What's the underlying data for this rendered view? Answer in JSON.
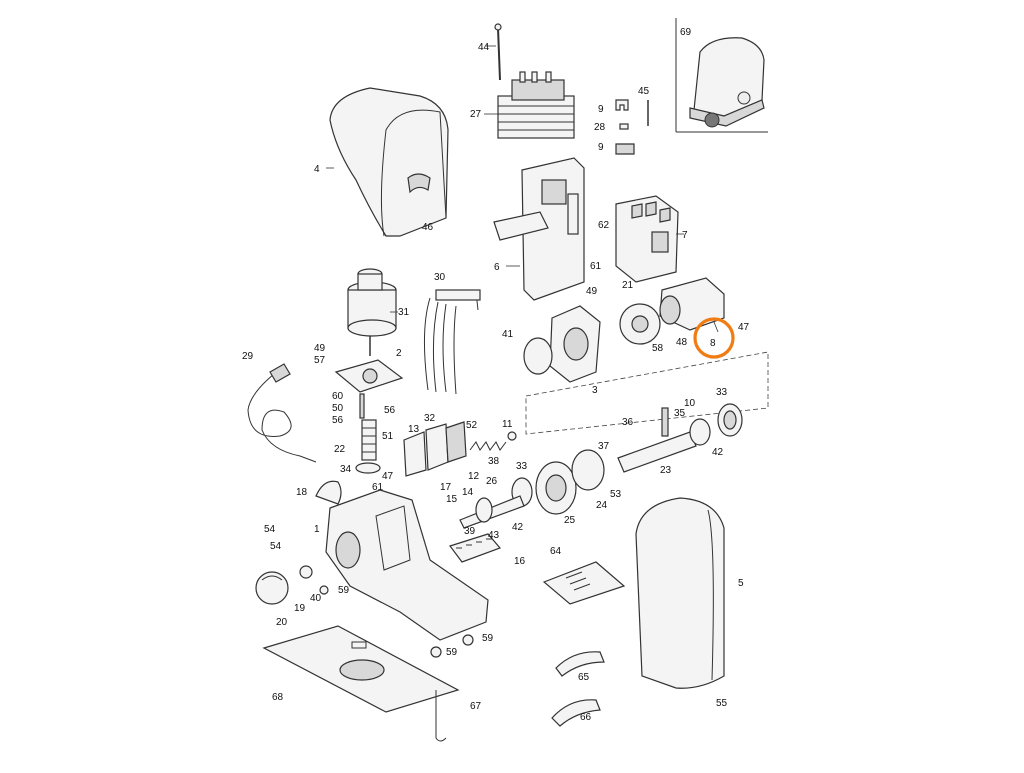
{
  "diagram": {
    "highlight_color": "#f07c13",
    "highlighted_part": "8",
    "inset_label": "69",
    "labels": [
      {
        "id": "44"
      },
      {
        "id": "27"
      },
      {
        "id": "45"
      },
      {
        "id": "9a",
        "text": "9"
      },
      {
        "id": "28"
      },
      {
        "id": "9b",
        "text": "9"
      },
      {
        "id": "69"
      },
      {
        "id": "4"
      },
      {
        "id": "46"
      },
      {
        "id": "6"
      },
      {
        "id": "62"
      },
      {
        "id": "61a",
        "text": "61"
      },
      {
        "id": "7"
      },
      {
        "id": "30"
      },
      {
        "id": "31"
      },
      {
        "id": "49a",
        "text": "49"
      },
      {
        "id": "57"
      },
      {
        "id": "2"
      },
      {
        "id": "29"
      },
      {
        "id": "60"
      },
      {
        "id": "50"
      },
      {
        "id": "56a",
        "text": "56"
      },
      {
        "id": "56b",
        "text": "56"
      },
      {
        "id": "22"
      },
      {
        "id": "34"
      },
      {
        "id": "32"
      },
      {
        "id": "13"
      },
      {
        "id": "51"
      },
      {
        "id": "52"
      },
      {
        "id": "11"
      },
      {
        "id": "38"
      },
      {
        "id": "47a",
        "text": "47"
      },
      {
        "id": "17"
      },
      {
        "id": "12"
      },
      {
        "id": "49b",
        "text": "49"
      },
      {
        "id": "21"
      },
      {
        "id": "41"
      },
      {
        "id": "3"
      },
      {
        "id": "58"
      },
      {
        "id": "48"
      },
      {
        "id": "8"
      },
      {
        "id": "47b",
        "text": "47"
      },
      {
        "id": "33a",
        "text": "33"
      },
      {
        "id": "36"
      },
      {
        "id": "35"
      },
      {
        "id": "10"
      },
      {
        "id": "42a",
        "text": "42"
      },
      {
        "id": "37"
      },
      {
        "id": "23"
      },
      {
        "id": "33b",
        "text": "33"
      },
      {
        "id": "26"
      },
      {
        "id": "53"
      },
      {
        "id": "24"
      },
      {
        "id": "25"
      },
      {
        "id": "14"
      },
      {
        "id": "15"
      },
      {
        "id": "39"
      },
      {
        "id": "43"
      },
      {
        "id": "42b",
        "text": "42"
      },
      {
        "id": "18"
      },
      {
        "id": "61b",
        "text": "61"
      },
      {
        "id": "16"
      },
      {
        "id": "1"
      },
      {
        "id": "54a",
        "text": "54"
      },
      {
        "id": "54b",
        "text": "54"
      },
      {
        "id": "64"
      },
      {
        "id": "5"
      },
      {
        "id": "19"
      },
      {
        "id": "40"
      },
      {
        "id": "59a",
        "text": "59"
      },
      {
        "id": "20"
      },
      {
        "id": "59b",
        "text": "59"
      },
      {
        "id": "59c",
        "text": "59"
      },
      {
        "id": "68"
      },
      {
        "id": "65"
      },
      {
        "id": "55"
      },
      {
        "id": "67"
      },
      {
        "id": "66"
      }
    ]
  }
}
